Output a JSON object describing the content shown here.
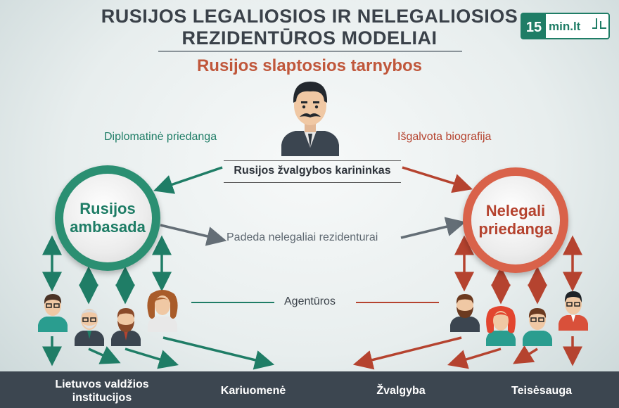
{
  "header": {
    "title_line1": "RUSIJOS LEGALIOSIOS IR NELEGALIOSIOS",
    "title_line2": "REZIDENTŪROS MODELIAI",
    "subtitle": "Rusijos slaptosios tarnybos",
    "logo_number": "15",
    "logo_text": "min.lt"
  },
  "labels": {
    "left_cover": "Diplomatinė priedanga",
    "right_cover": "Išgalvota biografija",
    "officer": "Rusijos žvalgybos karininkas",
    "helps": "Padeda nelegaliai rezidenturai",
    "agents": "Agentūros"
  },
  "nodes": {
    "embassy": "Rusijos\nambasada",
    "illegal": "Nelegali\npriedanga"
  },
  "targets": [
    "Lietuvos valdžios\ninstitucijos",
    "Kariuomenė",
    "Žvalgyba",
    "Teisėsauga"
  ],
  "colors": {
    "green": "#1f7d66",
    "red": "#b5432f",
    "gray": "#646e76",
    "bottom_bar": "#3c4650",
    "title": "#3a4149",
    "subtitle": "#c0573b"
  },
  "icons": {
    "officer": "mustached-man-icon",
    "left_agents": [
      "man-glasses-icon",
      "old-man-icon",
      "bearded-man-icon",
      "woman-icon"
    ],
    "right_agents": [
      "bearded-man-icon",
      "red-haired-woman-icon",
      "man-glasses-icon",
      "man-glasses-icon"
    ]
  }
}
